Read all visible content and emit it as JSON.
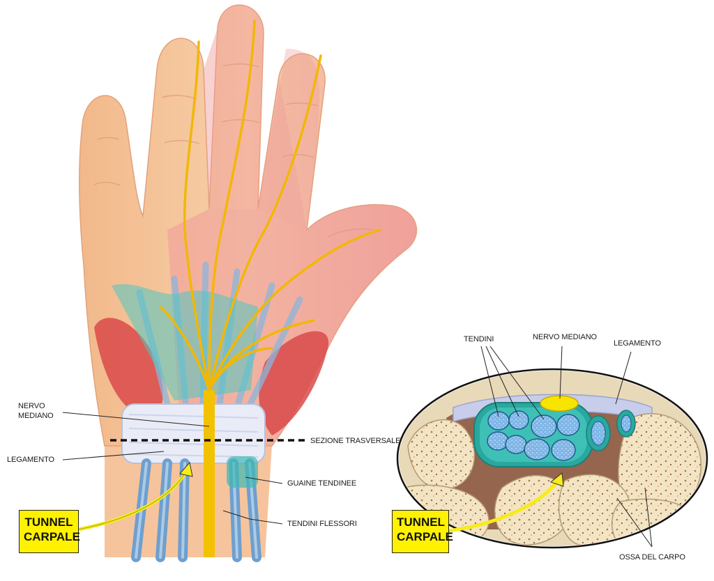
{
  "hand_labels": {
    "nervo_mediano_1": "NERVO",
    "nervo_mediano_2": "MEDIANO",
    "legamento": "LEGAMENTO",
    "sezione_trasversale": "SEZIONE TRASVERSALE",
    "guaine_tendinee": "GUAINE TENDINEE",
    "tendini_flessori": "TENDINI FLESSORI"
  },
  "section_labels": {
    "tendini": "TENDINI",
    "nervo_mediano": "NERVO MEDIANO",
    "legamento": "LEGAMENTO",
    "ossa_del_carpo": "OSSA DEL CARPO"
  },
  "callouts": {
    "left": {
      "line1": "TUNNEL",
      "line2": "CARPALE"
    },
    "right": {
      "line1": "TUNNEL",
      "line2": "CARPALE"
    }
  },
  "colors": {
    "skin": "#f6c79e",
    "palm_pink": "#ef9a9a",
    "nerve": "#f2b705",
    "tendon_blue": "#7fb0d6",
    "muscle_red": "#d94a4a",
    "sheath_teal": "#2aa8a0",
    "bone": "#f3e6c8",
    "callout_yellow": "#fff200"
  }
}
